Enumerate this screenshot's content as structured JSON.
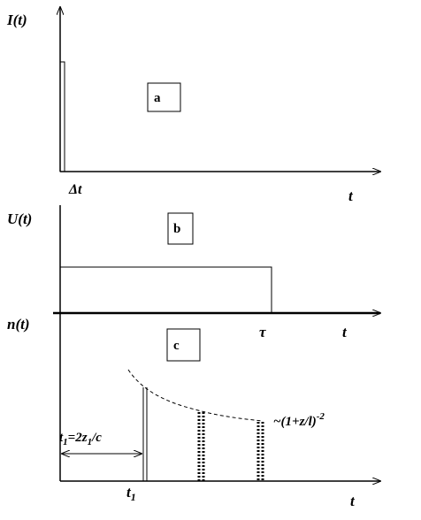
{
  "panels": [
    {
      "id": "a",
      "y_label": "I(t)",
      "x_label": "t",
      "box": "a",
      "mark": "Δt"
    },
    {
      "id": "b",
      "y_label": "U(t)",
      "x_label": "t",
      "box": "b",
      "mark": "τ"
    },
    {
      "id": "c",
      "y_label": "n(t)",
      "x_label": "t",
      "box": "c",
      "mark_base": "t",
      "mark_sub": "1",
      "eq_t": "t",
      "eq_t_sub": "1",
      "eq_mid": "=2z",
      "eq_z_sub": "1",
      "eq_end": "/c",
      "curve_label": "~(1+z/l)",
      "curve_exp": "-2"
    }
  ]
}
